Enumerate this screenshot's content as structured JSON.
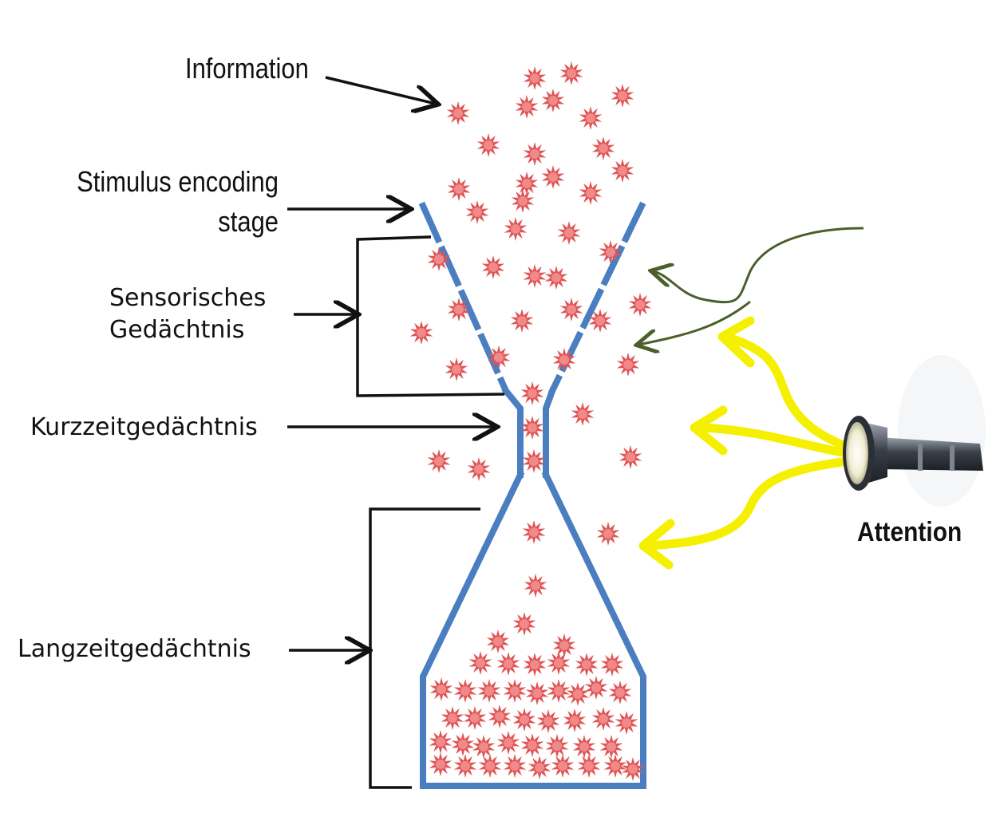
{
  "labels": {
    "information": "Information",
    "stimulus_line1": "Stimulus encoding",
    "stimulus_line2": "stage",
    "sensory_line1": "Sensorisches",
    "sensory_line2": "Gedächtnis",
    "short_term": "Kurzzeitgedächtnis",
    "long_term": "Langzeitgedächtnis",
    "attention": "Attention"
  },
  "colors": {
    "funnel": "#4a7ec0",
    "particle": "#e05555",
    "particle_core": "#f08a8a",
    "attention_arrow": "#f5f000",
    "info_arrow": "#4a5f2a",
    "text": "#111111"
  },
  "icons": {
    "particle": "star-burst-icon",
    "flashlight": "flashlight-icon"
  }
}
